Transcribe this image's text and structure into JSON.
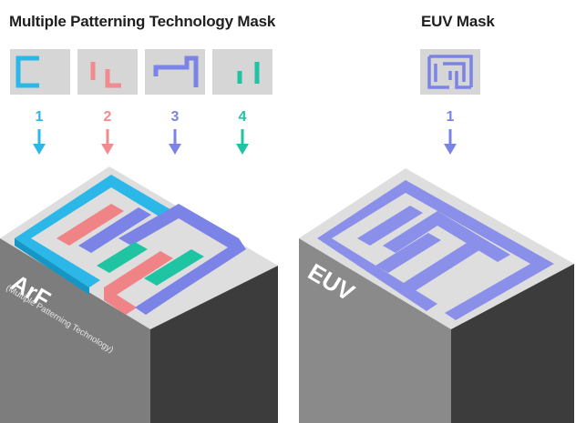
{
  "mpt": {
    "title": "Multiple Patterning Technology Mask",
    "masks": [
      {
        "number": "1",
        "color": "#2bb8e8"
      },
      {
        "number": "2",
        "color": "#f28b8e"
      },
      {
        "number": "3",
        "color": "#7b84e6"
      },
      {
        "number": "4",
        "color": "#1fc4a2"
      }
    ],
    "block_label": "ArF",
    "block_sublabel": "(Multiple Patterning Technology)"
  },
  "euv": {
    "title": "EUV Mask",
    "mask": {
      "number": "1",
      "color": "#7b84e6"
    },
    "block_label": "EUV"
  },
  "colors": {
    "mask_tile": "#d6d6d6",
    "block_top": "#dedede",
    "block_left": "#9a9a9a",
    "block_front": "#3c3c3c",
    "block_label": "#ffffff",
    "euv_pattern": "#8a90ea"
  }
}
